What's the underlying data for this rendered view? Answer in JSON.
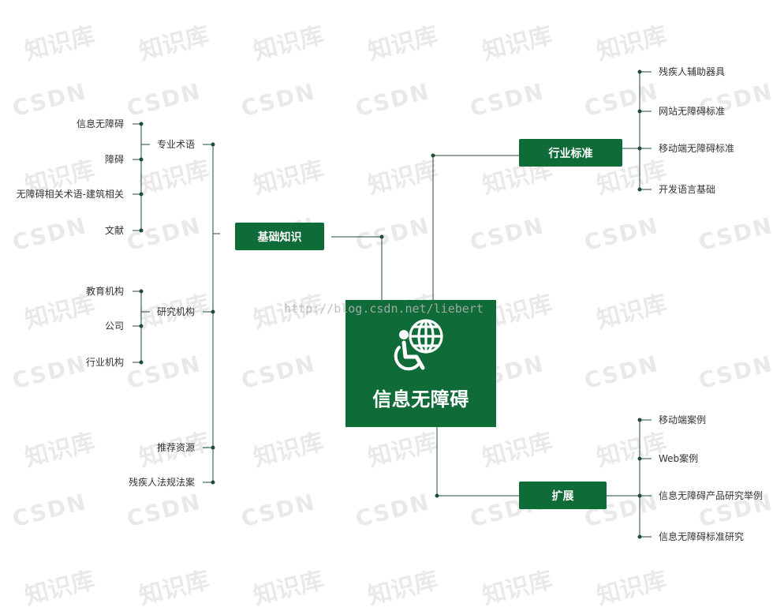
{
  "center": {
    "title": "信息无障碍",
    "icon": "accessibility-globe-icon"
  },
  "branches": {
    "basics": {
      "label": "基础知识",
      "groups": [
        {
          "label": "专业术语",
          "children": [
            "信息无障碍",
            "障碍",
            "无障碍相关术语-建筑相关",
            "文献"
          ]
        },
        {
          "label": "研究机构",
          "children": [
            "教育机构",
            "公司",
            "行业机构"
          ]
        },
        {
          "label": "推荐资源",
          "children": []
        },
        {
          "label": "残疾人法规法案",
          "children": []
        }
      ]
    },
    "standards": {
      "label": "行业标准",
      "children": [
        "残疾人辅助器具",
        "网站无障碍标准",
        "移动端无障碍标准",
        "开发语言基础"
      ]
    },
    "extension": {
      "label": "扩展",
      "children": [
        "移动端案例",
        "Web案例",
        "信息无障碍产品研究举例",
        "信息无障碍标准研究"
      ]
    }
  },
  "watermarks": {
    "url": "http://blog.csdn.net/liebert",
    "brand_a": "知识库",
    "brand_b": "CSDN"
  },
  "colors": {
    "accent": "#0f6b38",
    "line": "#1f4d33",
    "dot": "#1f4d33"
  }
}
